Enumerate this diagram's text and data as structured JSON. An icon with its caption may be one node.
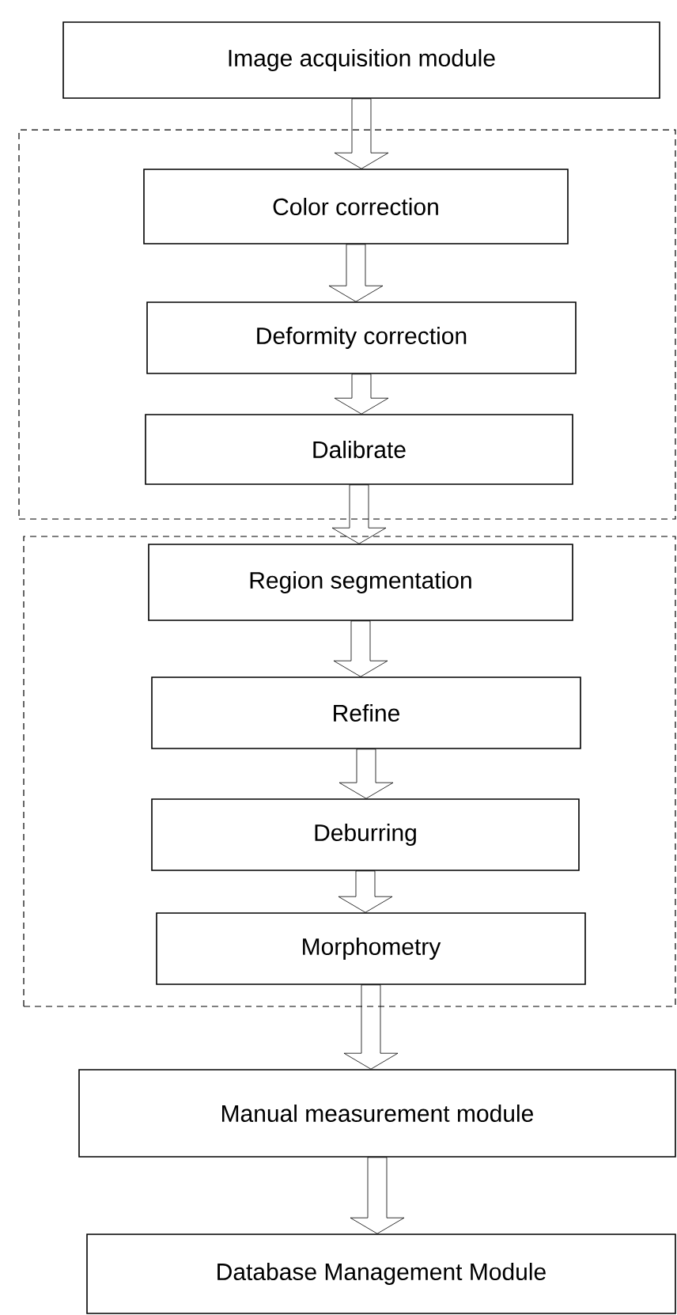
{
  "diagram": {
    "nodes": [
      {
        "text": [
          "Image acquisition module"
        ]
      },
      {
        "text": [],
        "shape": "box"
      },
      {
        "text": [
          "Color correction"
        ],
        "in": 1
      },
      {
        "text": [
          "Deformity correction"
        ],
        "in": 1
      },
      {
        "text": [
          "Dalibrate"
        ],
        "in": 1
      },
      {
        "text": [],
        "shape": "box"
      },
      {
        "text": [
          "Region segmentation"
        ],
        "in": 5
      },
      {
        "text": [
          "Refine"
        ],
        "in": 5
      },
      {
        "text": [
          "Deburring"
        ],
        "in": 5
      },
      {
        "text": [
          "Morphometry"
        ],
        "in": 5
      },
      {
        "text": [
          "Manual measurement module"
        ]
      },
      {
        "text": [
          "Database Management Module"
        ]
      }
    ],
    "edges": [
      {
        "from": 0,
        "to": 2,
        "arrow": "to"
      },
      {
        "from": 2,
        "to": 3,
        "arrow": "to"
      },
      {
        "from": 3,
        "to": 4,
        "arrow": "to"
      },
      {
        "from": 4,
        "to": 6,
        "arrow": "to"
      },
      {
        "from": 6,
        "to": 7,
        "arrow": "to"
      },
      {
        "from": 7,
        "to": 8,
        "arrow": "to"
      },
      {
        "from": 8,
        "to": 9,
        "arrow": "to"
      },
      {
        "from": 9,
        "to": 10,
        "arrow": "to"
      },
      {
        "from": 10,
        "to": 11,
        "arrow": "to"
      }
    ]
  }
}
